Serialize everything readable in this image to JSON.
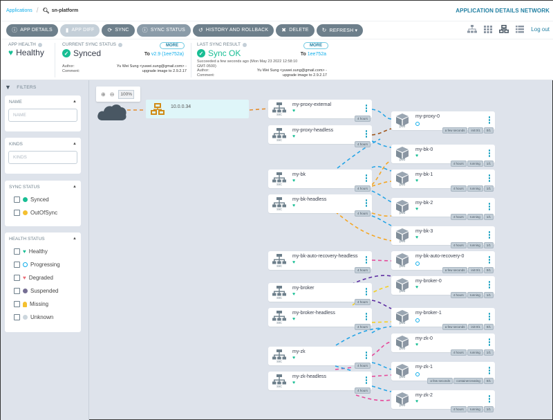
{
  "breadcrumb": {
    "root": "Applications",
    "current": "sn-platform"
  },
  "page_title": "APPLICATION DETAILS NETWORK",
  "toolbar": {
    "buttons": [
      {
        "label": "APP DETAILS",
        "icon": "info-icon"
      },
      {
        "label": "APP DIFF",
        "icon": "file-icon"
      },
      {
        "label": "SYNC",
        "icon": "sync-icon"
      },
      {
        "label": "SYNC STATUS",
        "icon": "info-icon"
      },
      {
        "label": "HISTORY AND ROLLBACK",
        "icon": "history-icon"
      },
      {
        "label": "DELETE",
        "icon": "delete-icon"
      },
      {
        "label": "REFRESH ▾",
        "icon": "refresh-icon"
      }
    ],
    "logout": "Log out"
  },
  "status": {
    "app_health": {
      "label": "APP HEALTH",
      "value": "Healthy"
    },
    "current_sync": {
      "label": "CURRENT SYNC STATUS",
      "value": "Synced",
      "more": "MORE",
      "to_prefix": "To ",
      "to_rev": "v2.9 (1ee752a)",
      "author_label": "Author:",
      "comment_label": "Comment:",
      "author": "Yu Wei Sung <yuwei.sung@gmail.com> -",
      "comment": "upgrade image to 2.9.2.17"
    },
    "last_sync": {
      "label": "LAST SYNC RESULT",
      "value": "Sync OK",
      "more": "MORE",
      "to_prefix": "To ",
      "to_rev": "1ee752a",
      "succeeded": "Succeeded a few seconds ago (Mon May 23 2022 12:58:10",
      "succeeded2": "GMT-0500)",
      "author_label": "Author:",
      "comment_label": "Comment:",
      "author": "Yu Wei Sung <yuwei.sung@gmail.com> -",
      "comment": "upgrade image to 2.9.2.17"
    }
  },
  "filters": {
    "title": "FILTERS",
    "name": {
      "title": "NAME",
      "placeholder": "NAME"
    },
    "kinds": {
      "title": "KINDS",
      "placeholder": "KINDS"
    },
    "sync_status": {
      "title": "SYNC STATUS",
      "options": [
        "Synced",
        "OutOfSync"
      ]
    },
    "health_status": {
      "title": "HEALTH STATUS",
      "options": [
        "Healthy",
        "Progressing",
        "Degraded",
        "Suspended",
        "Missing",
        "Unknown"
      ]
    }
  },
  "graph": {
    "zoom": "100%",
    "ingress_ip": "10.0.0.34",
    "services": [
      {
        "name": "my-proxy-external",
        "kind": "svc",
        "age": "4 hours"
      },
      {
        "name": "my-proxy-headless",
        "kind": "svc",
        "age": "4 hours"
      },
      {
        "name": "my-bk",
        "kind": "svc",
        "age": "4 hours"
      },
      {
        "name": "my-bk-headless",
        "kind": "svc",
        "age": "4 hours"
      },
      {
        "name": "my-bk-auto-recovery-headless",
        "kind": "svc",
        "age": "4 hours"
      },
      {
        "name": "my-broker",
        "kind": "svc",
        "age": "4 hours"
      },
      {
        "name": "my-broker-headless",
        "kind": "svc",
        "age": "4 hours"
      },
      {
        "name": "my-zk",
        "kind": "svc",
        "age": "4 hours"
      },
      {
        "name": "my-zk-headless",
        "kind": "svc",
        "age": "4 hours"
      }
    ],
    "pods": [
      {
        "name": "my-proxy-0",
        "kind": "pod",
        "health": "progressing",
        "tags": [
          "a few seconds",
          "init:0/1",
          "0/1"
        ]
      },
      {
        "name": "my-bk-0",
        "kind": "pod",
        "health": "healthy",
        "tags": [
          "4 hours",
          "running",
          "1/1"
        ]
      },
      {
        "name": "my-bk-1",
        "kind": "pod",
        "health": "healthy",
        "tags": [
          "4 hours",
          "running",
          "1/1"
        ]
      },
      {
        "name": "my-bk-2",
        "kind": "pod",
        "health": "healthy",
        "tags": [
          "4 hours",
          "running",
          "1/1"
        ]
      },
      {
        "name": "my-bk-3",
        "kind": "pod",
        "health": "healthy",
        "tags": [
          "4 hours",
          "running",
          "1/1"
        ]
      },
      {
        "name": "my-bk-auto-recovery-0",
        "kind": "pod",
        "health": "progressing",
        "tags": [
          "a few seconds",
          "init:0/1",
          "0/1"
        ]
      },
      {
        "name": "my-broker-0",
        "kind": "pod",
        "health": "healthy",
        "tags": [
          "4 hours",
          "running",
          "1/1"
        ]
      },
      {
        "name": "my-broker-1",
        "kind": "pod",
        "health": "progressing",
        "tags": [
          "a few seconds",
          "init:0/1",
          "0/1"
        ]
      },
      {
        "name": "my-zk-0",
        "kind": "pod",
        "health": "healthy",
        "tags": [
          "4 hours",
          "running",
          "1/1"
        ]
      },
      {
        "name": "my-zk-1",
        "kind": "pod",
        "health": "progressing",
        "tags": [
          "a few seconds",
          "containercreating",
          "0/1"
        ]
      },
      {
        "name": "my-zk-2",
        "kind": "pod",
        "health": "healthy",
        "tags": [
          "4 hours",
          "running",
          "1/1"
        ]
      }
    ]
  },
  "colors": {
    "accent": "#0dadea",
    "healthy": "#18be94",
    "toolbar_btn": "#6d7f8b",
    "title": "#1f7ea1"
  }
}
